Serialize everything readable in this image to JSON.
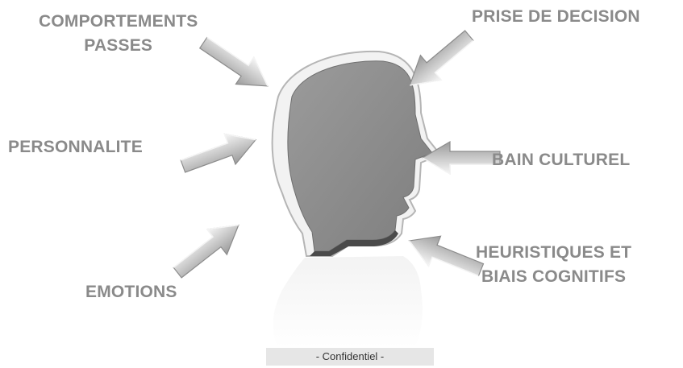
{
  "labels": {
    "comportements_line1": "COMPORTEMENTS",
    "comportements_line2": "PASSES",
    "prise_de_decision": "PRISE DE DECISION",
    "personnalite": "PERSONNALITE",
    "bain_culturel": "BAIN CULTUREL",
    "heuristiques_line1": "HEURISTIQUES ET",
    "heuristiques_line2": "BIAIS COGNITIFS",
    "emotions": "EMOTIONS"
  },
  "footer": {
    "text": "- Confidentiel -"
  },
  "icons": {
    "head": "head-profile-icon",
    "arrow": "arrow-icon"
  },
  "colors": {
    "head_fill": "#8e8e8e",
    "label_text": "#8a8a8a",
    "footer_bg": "#e6e6e6"
  }
}
